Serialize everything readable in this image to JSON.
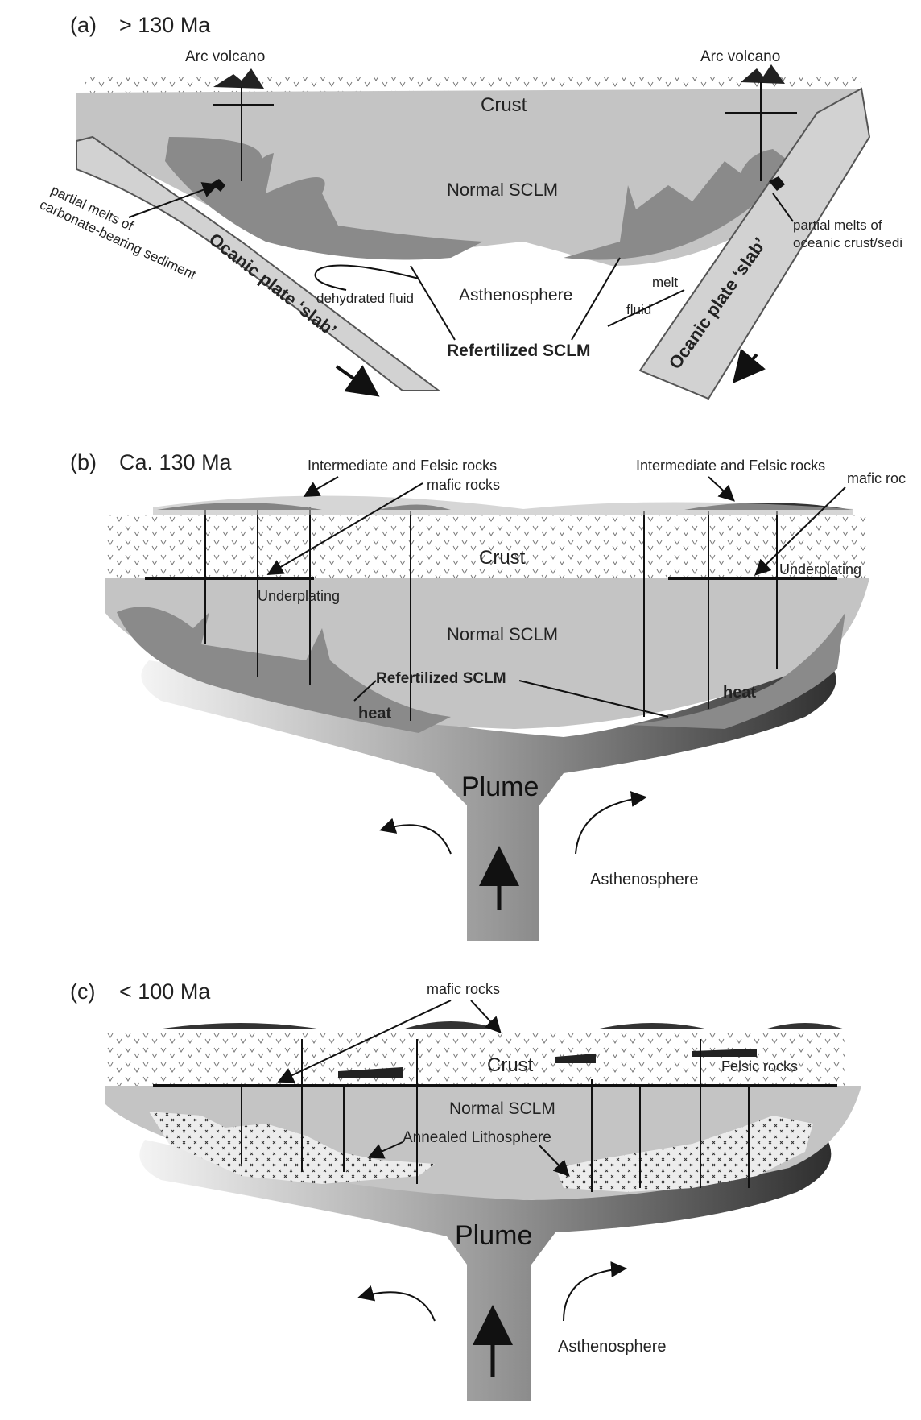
{
  "panels": [
    {
      "id": "a",
      "letter": "(a)",
      "age": "> 130 Ma",
      "labels": {
        "arc_volcano_left": "Arc volcano",
        "arc_volcano_right": "Arc volcano",
        "crust": "Crust",
        "normal_sclm": "Normal SCLM",
        "asthenosphere": "Asthenosphere",
        "refertilized_sclm": "Refertilized SCLM",
        "dehydrated_fluid": "dehydrated fluid",
        "melt": "melt",
        "fluid": "fluid",
        "partial_melts_left_1": "partial melts of",
        "partial_melts_left_2": "carbonate-bearing sediment",
        "partial_melts_right_1": "partial melts of",
        "partial_melts_right_2": "oceanic crust/sedi",
        "slab_left": "Ocanic plate ‘slab’",
        "slab_right": "Ocanic plate ‘slab’"
      }
    },
    {
      "id": "b",
      "letter": "(b)",
      "age": "Ca. 130 Ma",
      "labels": {
        "intermediate_felsic_left": "Intermediate and Felsic rocks",
        "intermediate_felsic_right": "Intermediate and Felsic rocks",
        "mafic_left": "mafic rocks",
        "mafic_right": "mafic roc",
        "crust": "Crust",
        "underplating_left": "Underplating",
        "underplating_right": "Underplating",
        "normal_sclm": "Normal SCLM",
        "refertilized_sclm": "Refertilized SCLM",
        "heat_left": "heat",
        "heat_right": "heat",
        "plume": "Plume",
        "asthenosphere": "Asthenosphere"
      }
    },
    {
      "id": "c",
      "letter": "(c)",
      "age": "< 100 Ma",
      "labels": {
        "mafic": "mafic rocks",
        "crust": "Crust",
        "felsic": "Felsic rocks",
        "normal_sclm": "Normal SCLM",
        "annealed": "Annealed Lithosphere",
        "plume": "Plume",
        "asthenosphere": "Asthenosphere"
      }
    }
  ],
  "colors": {
    "crust_fill": "#ffffff",
    "normal_sclm": "#c4c4c4",
    "refertilized": "#8a8a8a",
    "slab": "#d2d2d2",
    "plume_light": "#f2f2f2",
    "plume_dark": "#3c3c3c",
    "annealed": "#e6e6e6"
  }
}
